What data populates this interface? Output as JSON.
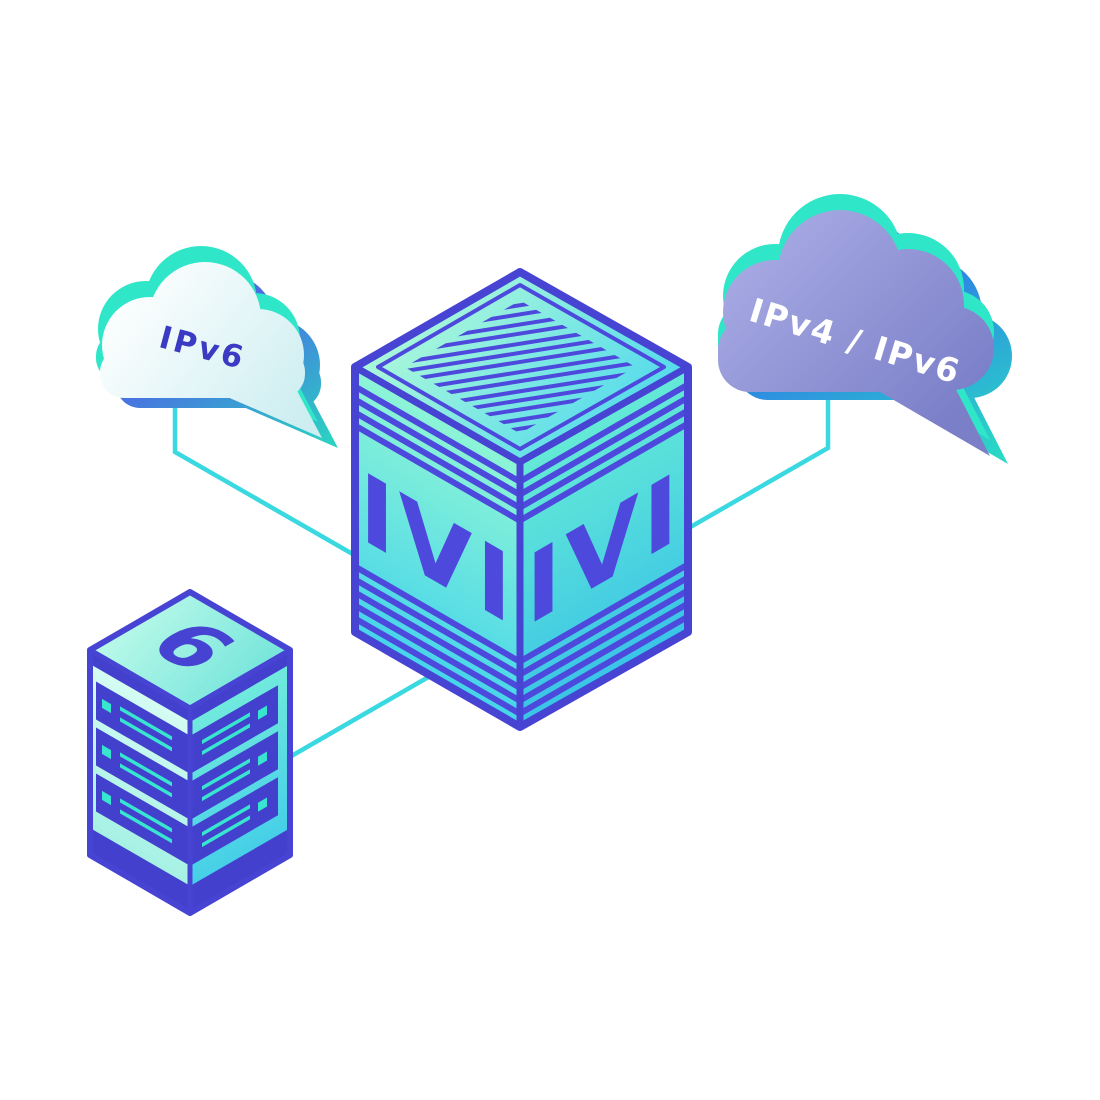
{
  "diagram": {
    "clouds": {
      "left": {
        "label": "IPv6",
        "label_color": "#3a3ac2",
        "body_colors": [
          "#ffffff",
          "#cdeef1"
        ],
        "accent_color": "#2fe6c8",
        "shadow_colors": [
          "#4a6ee2",
          "#2ad2c2"
        ]
      },
      "right": {
        "label": "IPv4 / IPv6",
        "label_color": "#ffffff",
        "body_colors": [
          "#a7aae3",
          "#7b7fc8"
        ],
        "accent_color": "#2fe6c8",
        "shadow_colors": [
          "#2f78e8",
          "#2ad8c6"
        ]
      }
    },
    "gateway": {
      "left_face_label": "IVI",
      "right_face_label": "IVI",
      "face_colors": [
        "#8ef5d6",
        "#45d4ea",
        "#65ead6",
        "#3ac4e6"
      ],
      "edge_color": "#4744d3",
      "stripe_color": "#4d49dc"
    },
    "server": {
      "label": "6",
      "bay_color": "#4440ce",
      "bay_line_color": "#38e6d0"
    },
    "connector_color": "#3ad8e0",
    "background": "#ffffff"
  }
}
